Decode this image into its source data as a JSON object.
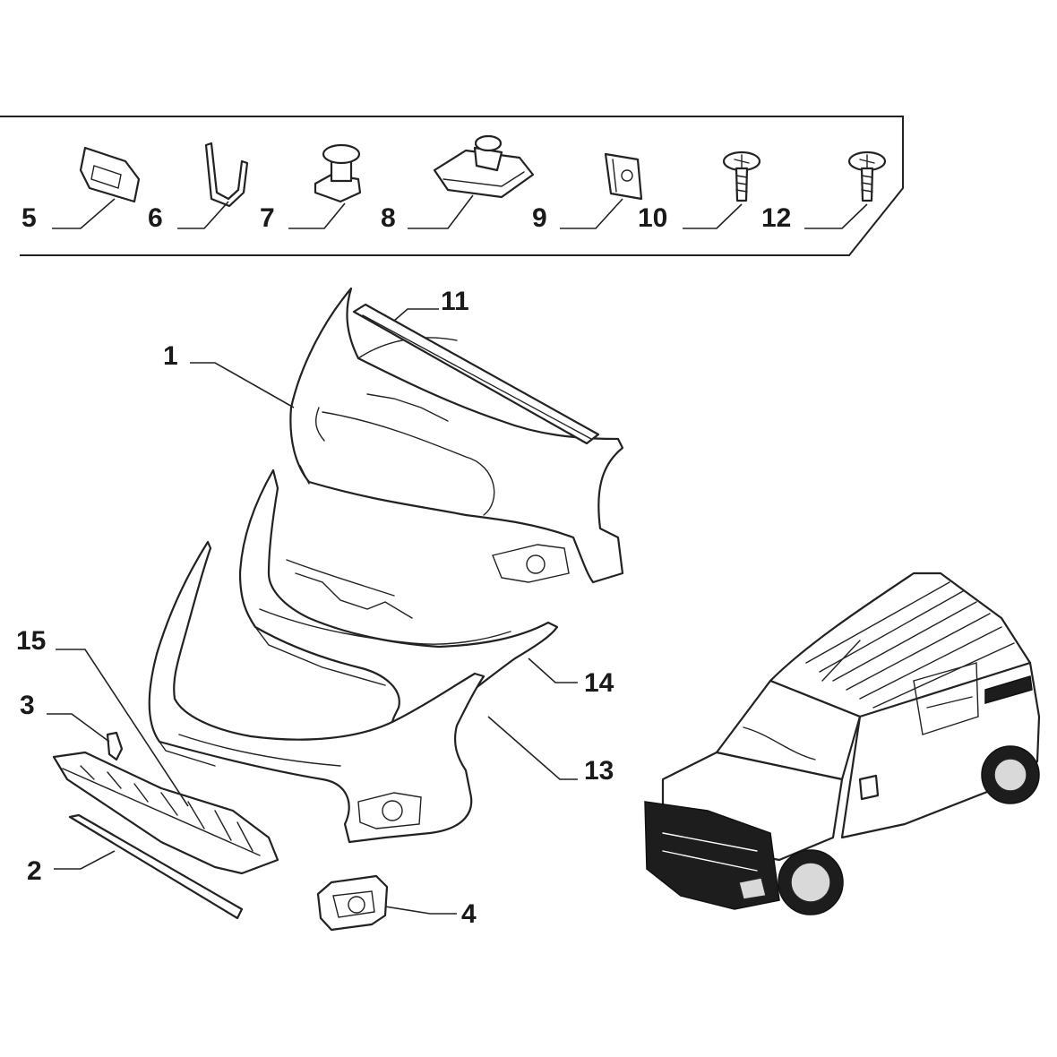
{
  "callouts": {
    "c1": "1",
    "c2": "2",
    "c3": "3",
    "c4": "4",
    "c5": "5",
    "c6": "6",
    "c7": "7",
    "c8": "8",
    "c9": "9",
    "c10": "10",
    "c11": "11",
    "c12": "12",
    "c13": "13",
    "c14": "14",
    "c15": "15"
  },
  "colors": {
    "line": "#222222",
    "background": "#ffffff",
    "accent_dark": "#1d1d1d"
  }
}
